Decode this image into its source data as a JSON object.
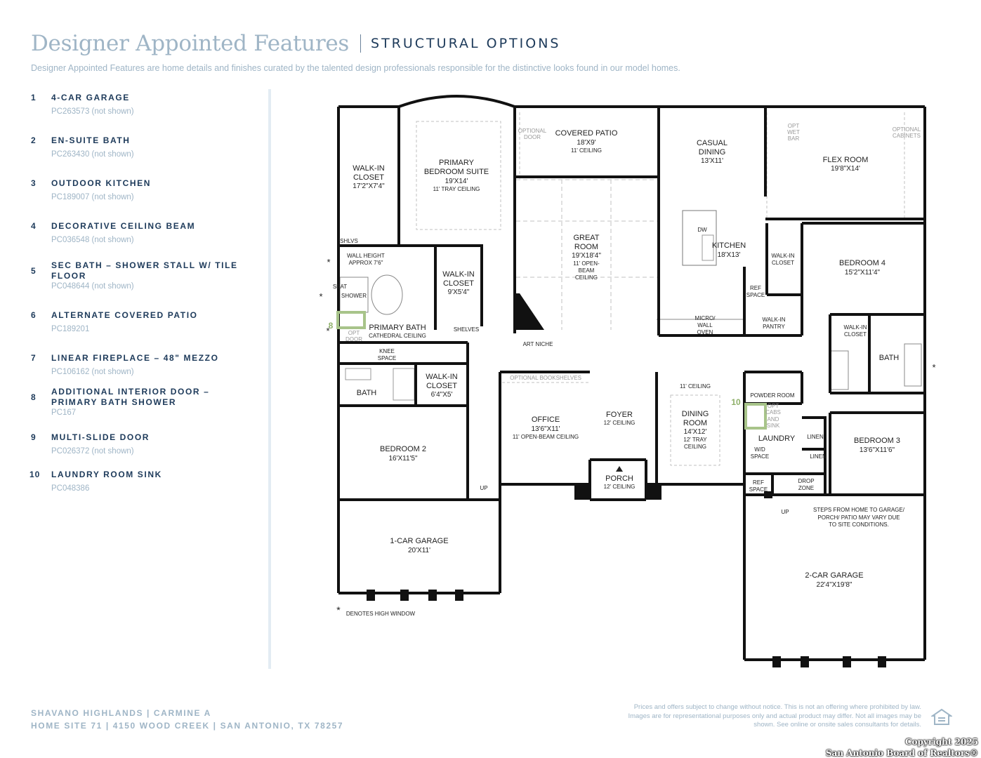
{
  "header": {
    "title": "Designer Appointed Features",
    "subtitle": "STRUCTURAL OPTIONS",
    "intro": "Designer Appointed Features are home details and finishes curated by the talented design professionals responsible for the distinctive looks found in our model homes."
  },
  "features": [
    {
      "num": "1",
      "name": "4-CAR GARAGE",
      "code": "PC263573 (not shown)"
    },
    {
      "num": "2",
      "name": "EN-SUITE BATH",
      "code": "PC263430 (not shown)"
    },
    {
      "num": "3",
      "name": "OUTDOOR KITCHEN",
      "code": "PC189007 (not shown)"
    },
    {
      "num": "4",
      "name": "DECORATIVE CEILING BEAM",
      "code": "PC036548 (not shown)"
    },
    {
      "num": "5",
      "name": "SEC BATH – SHOWER STALL W/ TILE FLOOR",
      "code": "PC048644 (not shown)"
    },
    {
      "num": "6",
      "name": "ALTERNATE COVERED PATIO",
      "code": "PC189201"
    },
    {
      "num": "7",
      "name": "LINEAR FIREPLACE – 48\" MEZZO",
      "code": "PC106162 (not shown)"
    },
    {
      "num": "8",
      "name": "ADDITIONAL INTERIOR DOOR – PRIMARY BATH SHOWER",
      "code": "PC167"
    },
    {
      "num": "9",
      "name": "MULTI-SLIDE DOOR",
      "code": "PC026372 (not shown)"
    },
    {
      "num": "10",
      "name": "LAUNDRY ROOM SINK",
      "code": "PC048386"
    }
  ],
  "plan": {
    "walkin_closet_1": {
      "name": "WALK-IN",
      "name2": "CLOSET",
      "dim": "17'2\"X7'4\""
    },
    "primary_suite": {
      "name": "PRIMARY",
      "name2": "BEDROOM SUITE",
      "dim": "19'X14'",
      "ceiling": "11' TRAY CEILING"
    },
    "optional_door": {
      "l1": "OPTIONAL",
      "l2": "DOOR"
    },
    "covered_patio": {
      "name": "COVERED PATIO",
      "dim": "18'X9'",
      "ceiling": "11' CEILING"
    },
    "casual_dining": {
      "name": "CASUAL",
      "name2": "DINING",
      "dim": "13'X11'"
    },
    "opt_wet_bar": {
      "l1": "OPT",
      "l2": "WET",
      "l3": "BAR"
    },
    "optional_cabinets": {
      "l1": "OPTIONAL",
      "l2": "CABINETS"
    },
    "flex_room": {
      "name": "FLEX ROOM",
      "dim": "19'8\"X14'"
    },
    "shlvs": "SHLVS",
    "wall_height": {
      "l1": "WALL HEIGHT",
      "l2": "APPROX 7'6\""
    },
    "seat": "SEAT",
    "shower": "SHOWER",
    "opt_door": {
      "l1": "OPT",
      "l2": "DOOR"
    },
    "walkin_closet_2": {
      "name": "WALK-IN",
      "name2": "CLOSET",
      "dim": "9'X5'4\""
    },
    "primary_bath": {
      "name": "PRIMARY BATH",
      "ceiling": "CATHEDRAL CEILING"
    },
    "shelves": "SHELVES",
    "knee_space": {
      "l1": "KNEE",
      "l2": "SPACE"
    },
    "great_room": {
      "name": "GREAT",
      "name2": "ROOM",
      "dim": "19'X18'4\"",
      "c1": "11' OPEN-",
      "c2": "BEAM",
      "c3": "CEILING"
    },
    "art_niche": "ART NICHE",
    "dw": "DW",
    "kitchen": {
      "name": "KITCHEN",
      "dim": "18'X13'"
    },
    "ref_space_1": {
      "l1": "REF",
      "l2": "SPACE"
    },
    "micro_wall_oven": {
      "l1": "MICRO/",
      "l2": "WALL",
      "l3": "OVEN"
    },
    "walkin_pantry": {
      "l1": "WALK-IN",
      "l2": "PANTRY"
    },
    "walkin_closet_3": {
      "l1": "WALK-IN",
      "l2": "CLOSET"
    },
    "bedroom4": {
      "name": "BEDROOM 4",
      "dim": "15'2\"X11'4\""
    },
    "walkin_closet_4": {
      "l1": "WALK-IN",
      "l2": "CLOSET"
    },
    "bath_right": "BATH",
    "bath_left": "BATH",
    "walkin_closet_5": {
      "name": "WALK-IN",
      "name2": "CLOSET",
      "dim": "6'4\"X5'"
    },
    "optional_bookshelves": "OPTIONAL BOOKSHELVES",
    "office": {
      "name": "OFFICE",
      "dim": "13'6\"X11'",
      "ceiling": "11' OPEN-BEAM CEILING"
    },
    "foyer": {
      "name": "FOYER",
      "ceiling": "12' CEILING"
    },
    "dining_ceiling_top": "11' CEILING",
    "dining_room": {
      "name": "DINING",
      "name2": "ROOM",
      "dim": "14'X12'",
      "c1": "12' TRAY",
      "c2": "CEILING"
    },
    "powder_room": "POWDER ROOM",
    "opt_cabs_sink": {
      "l1": "OPT",
      "l2": "CABS",
      "l3": "AND",
      "l4": "SINK"
    },
    "laundry": "LAUNDRY",
    "wd_space": {
      "l1": "W/D",
      "l2": "SPACE"
    },
    "linen1": "LINEN",
    "linen2": "LINEN",
    "bedroom3": {
      "name": "BEDROOM 3",
      "dim": "13'6\"X11'6\""
    },
    "bedroom2": {
      "name": "BEDROOM 2",
      "dim": "16'X11'5\""
    },
    "porch": {
      "name": "PORCH",
      "ceiling": "12' CEILING"
    },
    "up1": "UP",
    "up2": "UP",
    "ref_space_2": {
      "l1": "REF",
      "l2": "SPACE"
    },
    "drop_zone": {
      "l1": "DROP",
      "l2": "ZONE"
    },
    "steps_note": {
      "l1": "STEPS FROM HOME TO GARAGE/",
      "l2": "PORCH/ PATIO MAY VARY DUE",
      "l3": "TO SITE CONDITIONS."
    },
    "garage1": {
      "name": "1-CAR GARAGE",
      "dim": "20'X11'"
    },
    "garage2": {
      "name": "2-CAR GARAGE",
      "dim": "22'4\"X19'8\""
    },
    "high_window_note": "DENOTES HIGH WINDOW",
    "asterisk": "*",
    "callout8": "8",
    "callout10": "10",
    "colors": {
      "wall": "#111111",
      "thin": "#bfbfbf",
      "callout": "#a8c48a"
    }
  },
  "footer": {
    "line1": "SHAVANO HIGHLANDS  |  CARMINE A",
    "line2": "HOME SITE 71  |  4150 WOOD CREEK  |  SAN ANTONIO, TX 78257",
    "disclaimer": "Prices and offers subject to change without notice. This is not an offering where prohibited by law. Images are for representational purposes only and actual product may differ. Not all images may be shown. See online or onsite sales consultants for details.",
    "copyright1": "Copyright 2025",
    "copyright2": "San Antonio Board of Realtors®"
  }
}
